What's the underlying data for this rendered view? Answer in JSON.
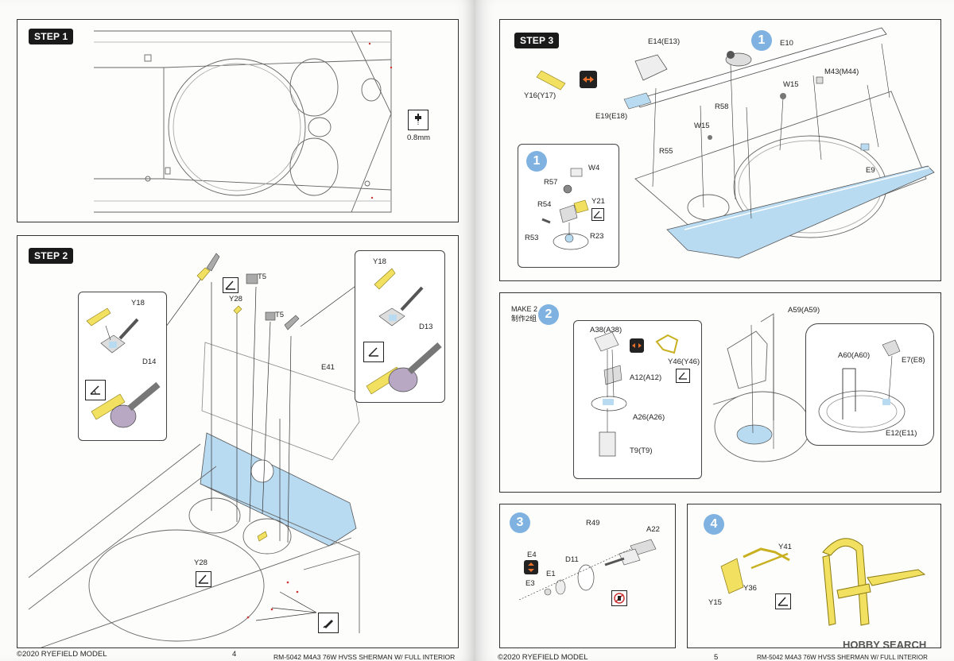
{
  "left_page": {
    "step1": {
      "badge": "STEP 1",
      "drill_label": "0.8mm"
    },
    "step2": {
      "badge": "STEP 2",
      "labels": {
        "y18_left": "Y18",
        "d14": "D14",
        "y28_top": "Y28",
        "t5_a": "T5",
        "t5_b": "T5",
        "e41": "E41",
        "y18_right": "Y18",
        "d13": "D13",
        "y28_bottom": "Y28"
      }
    },
    "footer": {
      "copyright": "©2020 RYEFIELD MODEL",
      "page_number": "4",
      "kit_title": "RM-5042  M4A3 76W HVSS SHERMAN W/ FULL INTERIOR"
    }
  },
  "right_page": {
    "step3": {
      "badge": "STEP 3",
      "labels": {
        "y16": "Y16(Y17)",
        "e14": "E14(E13)",
        "e19": "E19(E18)",
        "e10": "E10",
        "w15_a": "W15",
        "m43": "M43(M44)",
        "r58": "R58",
        "w15_b": "W15",
        "r55": "R55",
        "e9": "E9",
        "w4": "W4",
        "r57": "R57",
        "r54": "R54",
        "y21": "Y21",
        "r53": "R53",
        "r23": "R23"
      },
      "sub_number": "1",
      "inset_number": "1"
    },
    "make2": {
      "number": "2",
      "make_en": "MAKE 2",
      "make_cn": "制作2组",
      "labels": {
        "a38": "A38(A38)",
        "a12": "A12(A12)",
        "a26": "A26(A26)",
        "t9": "T9(T9)",
        "y46": "Y46(Y46)",
        "a59": "A59(A59)",
        "a60": "A60(A60)",
        "e7": "E7(E8)",
        "e12": "E12(E11)"
      }
    },
    "sub3": {
      "number": "3",
      "labels": {
        "r49": "R49",
        "a22": "A22",
        "d11": "D11",
        "e4": "E4",
        "e1": "E1",
        "e3": "E3"
      }
    },
    "sub4": {
      "number": "4",
      "labels": {
        "y41": "Y41",
        "y36": "Y36",
        "y15": "Y15"
      }
    },
    "footer": {
      "copyright": "©2020 RYEFIELD MODEL",
      "page_number": "5",
      "kit_title": "RM-5042  M4A3 76W HVSS SHERMAN W/ FULL INTERIOR"
    },
    "watermark": "HOBBY SEARCH"
  },
  "colors": {
    "part_blue": "#b9dbf2",
    "etch_yellow": "#f2e060",
    "badge_bg": "#1a1a1a",
    "number_circle": "#7fb2e0",
    "arrow_orange": "#e8702a"
  },
  "icons": {
    "drill": "drill-icon",
    "pe_bend": "bend-icon",
    "mirror": "mirror-arrows-icon",
    "glue": "glue-pen-icon",
    "no_glue": "no-glue-icon",
    "flip": "flip-icon"
  }
}
